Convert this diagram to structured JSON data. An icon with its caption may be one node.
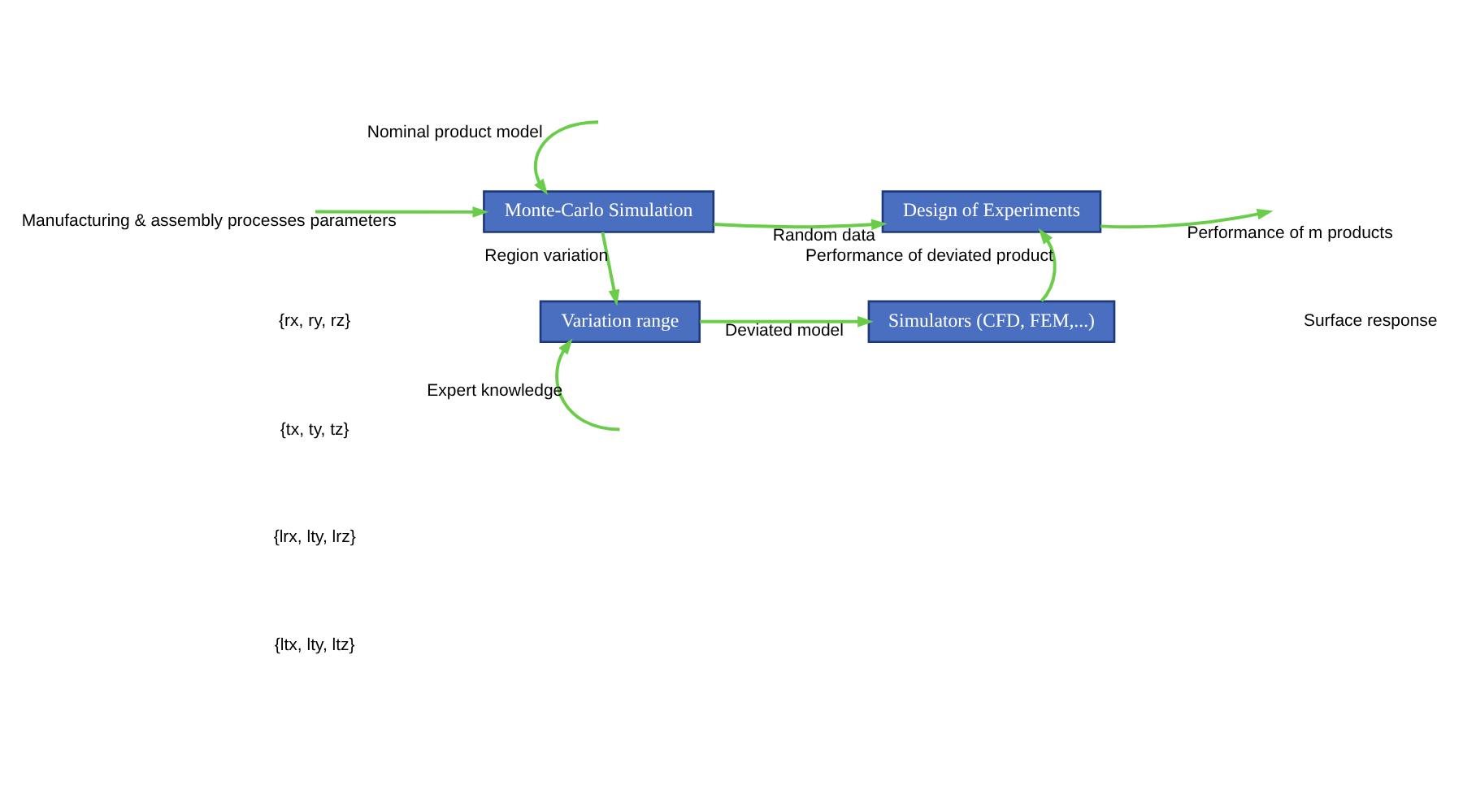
{
  "diagram": {
    "nodes": [
      {
        "text": [
          "Monte-Carlo Simulation"
        ]
      },
      {
        "text": [
          "Design of Experiments"
        ]
      },
      {
        "text": [
          "Variation range"
        ]
      },
      {
        "text": [
          "Simulators (CFD, FEM,...)"
        ]
      }
    ],
    "edges": [
      {
        "from": null,
        "to": 0,
        "arrow": "to",
        "label": "Manufacturing & assembly processes parameters"
      },
      {
        "from": null,
        "to": 0,
        "arrow": "to",
        "label": "Nominal product model"
      },
      {
        "from": 0,
        "to": 1,
        "arrow": "to",
        "label": "Random data"
      },
      {
        "from": 1,
        "to": null,
        "arrow": "to",
        "label": "Performance of m products"
      },
      {
        "from": 0,
        "to": 2,
        "arrow": "to",
        "label": "Region variation"
      },
      {
        "from": 2,
        "to": 3,
        "arrow": "to",
        "label": "Deviated model"
      },
      {
        "from": 3,
        "to": 1,
        "arrow": "to",
        "label": "Performance of deviated product"
      },
      {
        "from": null,
        "to": 2,
        "arrow": "to",
        "label": "Expert knowledge"
      }
    ],
    "labels": [
      "{rx, ry, rz}",
      "{tx, ty, tz}",
      "{lrx, lty, lrz}",
      "{ltx, lty, ltz}",
      "Surface response"
    ]
  }
}
